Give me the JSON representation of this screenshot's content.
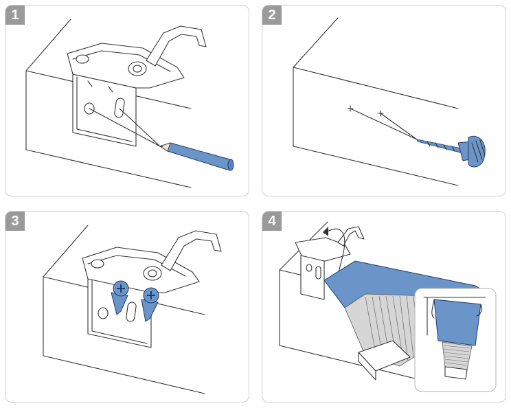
{
  "steps": [
    {
      "number": "1",
      "icon": "mark-holes-with-pencil-icon"
    },
    {
      "number": "2",
      "icon": "drill-holes-icon"
    },
    {
      "number": "3",
      "icon": "screw-bracket-icon"
    },
    {
      "number": "4",
      "icon": "clip-blind-into-bracket-icon"
    }
  ],
  "colors": {
    "accent": "#6b94c9",
    "badge": "#9a9a9a",
    "border": "#cfcfcf"
  }
}
